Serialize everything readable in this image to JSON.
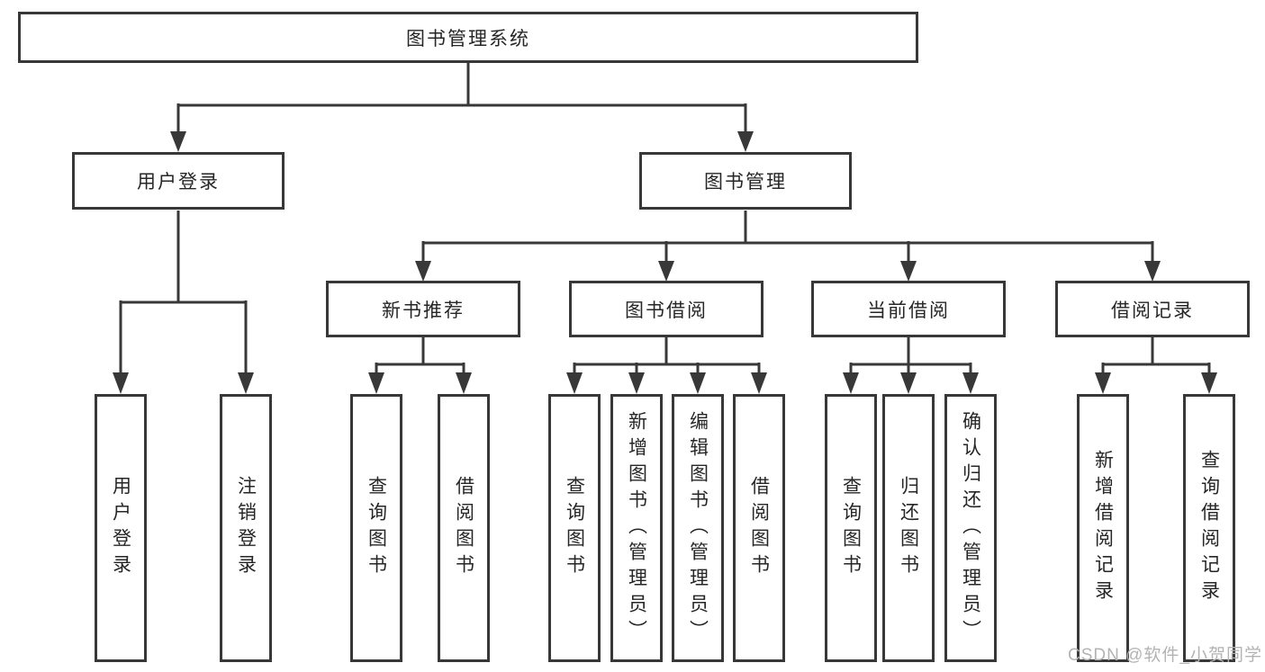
{
  "diagram": {
    "type": "feature-tree",
    "root": {
      "label": "图书管理系统"
    },
    "level2": [
      {
        "label": "用户登录"
      },
      {
        "label": "图书管理"
      }
    ],
    "level3": [
      {
        "label": "新书推荐",
        "parent": "图书管理"
      },
      {
        "label": "图书借阅",
        "parent": "图书管理"
      },
      {
        "label": "当前借阅",
        "parent": "图书管理"
      },
      {
        "label": "借阅记录",
        "parent": "图书管理"
      }
    ],
    "leaves": [
      {
        "label": "用户登录",
        "parent": "用户登录"
      },
      {
        "label": "注销登录",
        "parent": "用户登录"
      },
      {
        "label": "查询图书",
        "parent": "新书推荐"
      },
      {
        "label": "借阅图书",
        "parent": "新书推荐"
      },
      {
        "label": "查询图书",
        "parent": "图书借阅"
      },
      {
        "label": "新增图书（管理员）",
        "parent": "图书借阅"
      },
      {
        "label": "编辑图书（管理员）",
        "parent": "图书借阅"
      },
      {
        "label": "借阅图书",
        "parent": "图书借阅"
      },
      {
        "label": "查询图书",
        "parent": "当前借阅"
      },
      {
        "label": "归还图书",
        "parent": "当前借阅"
      },
      {
        "label": "确认归还（管理员）",
        "parent": "当前借阅"
      },
      {
        "label": "新增借阅记录",
        "parent": "借阅记录"
      },
      {
        "label": "查询借阅记录",
        "parent": "借阅记录"
      }
    ],
    "watermark": "CSDN @软件_小贺同学",
    "colors": {
      "line": "#383838",
      "box_border": "#383838",
      "text": "#262626",
      "background": "#ffffff",
      "watermark": "#b3b3b3"
    }
  }
}
